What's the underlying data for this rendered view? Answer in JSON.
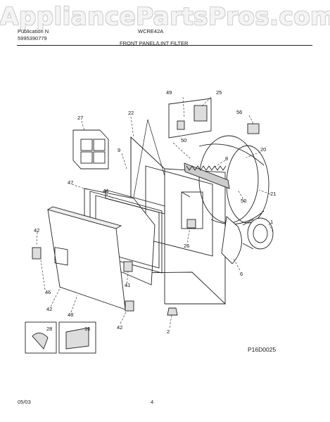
{
  "watermark": "AppliancePartsPros.com",
  "header": {
    "pub_label": "Publication N",
    "pub_number": "5995390779",
    "model": "WCRE42A",
    "section_title": "FRONT PANEL/LINT FILTER"
  },
  "callouts": [
    "49",
    "25",
    "56",
    "27",
    "22",
    "9",
    "50",
    "20",
    "8",
    "47",
    "44",
    "21",
    "1",
    "50",
    "26",
    "6",
    "42",
    "46",
    "41",
    "42",
    "48",
    "2",
    "28",
    "16",
    "42"
  ],
  "diagram_code": "P16D0025",
  "footer": {
    "date": "05/03",
    "page": "4"
  }
}
